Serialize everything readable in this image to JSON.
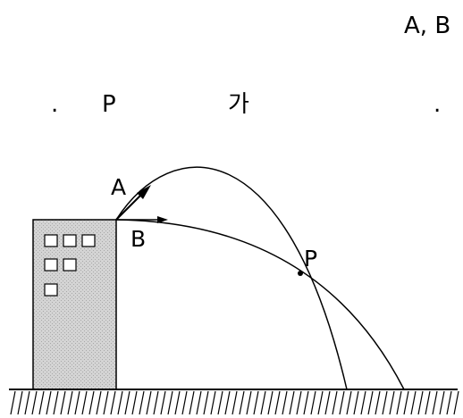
{
  "problem_text": {
    "line1_ab": "A, B",
    "line2_dot_left": ".",
    "line2_p": "P",
    "line2_ga": "가",
    "line2_dot_right": "."
  },
  "diagram_labels": {
    "a": "A",
    "b": "B",
    "p": "P"
  }
}
